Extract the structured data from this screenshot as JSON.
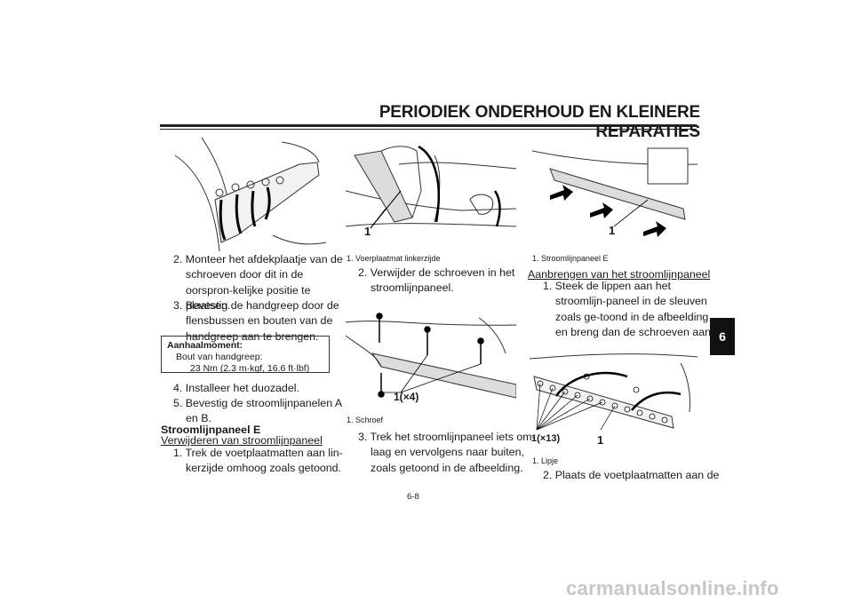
{
  "header": {
    "title": "PERIODIEK ONDERHOUD EN KLEINERE REPARATIES",
    "tab": "6"
  },
  "col1": {
    "step2": "2. Monteer het afdekplaatje van de schroeven door dit in de oorspron-kelijke positie te plaatsen.",
    "step3": "3. Bevestig de handgreep door de flensbussen en bouten van de handgreep aan te brengen.",
    "torque_title": "Aanhaalmoment:",
    "torque_item": "Bout van handgreep:",
    "torque_value": "23 Nm (2.3 m·kgf, 16.6 ft·lbf)",
    "step4": "4. Installeer het duozadel.",
    "step5": "5. Bevestig de stroomlijnpanelen A en B.",
    "heading": "Stroomlijnpaneel E",
    "subheading": "Verwijderen van stroomlijnpaneel",
    "step1": "1. Trek de voetplaatmatten aan lin-kerzijde omhoog zoals getoond."
  },
  "col2": {
    "fig1_label": "1",
    "fig1_caption": "1. Voerplaatmat linkerzijde",
    "step2": "2. Verwijder de schroeven in het stroomlijnpaneel.",
    "fig2_label": "1(×4)",
    "fig2_caption": "1. Schroef",
    "step3": "3. Trek het stroomlijnpaneel iets om-laag en vervolgens naar buiten, zoals getoond in de afbeelding."
  },
  "col3": {
    "fig1_label": "1",
    "fig1_caption": "1. Stroomlijnpaneel E",
    "subheading": "Aanbrengen van het stroomlijnpaneel",
    "step1": "1. Steek de lippen aan het stroomlijn-paneel in de sleuven zoals ge-toond in de afbeelding en breng dan de schroeven aan.",
    "fig2_label_a": "1(×13)",
    "fig2_label_b": "1",
    "fig2_caption": "1. Lipje",
    "step2": "2. Plaats de voetplaatmatten aan de"
  },
  "footer": {
    "page": "6-8"
  },
  "watermark": "carmanualsonline.info"
}
